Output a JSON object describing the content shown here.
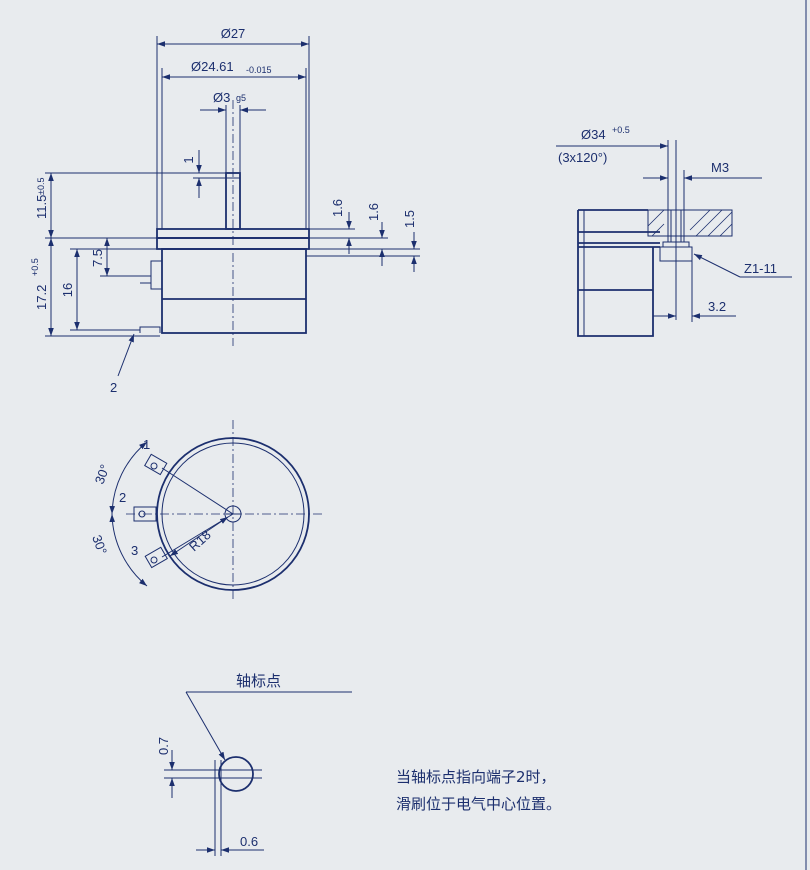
{
  "front_view": {
    "dia_outer": "Ø27",
    "dia_body": "Ø24.61",
    "dia_body_tol": "-0.015",
    "dia_shaft": "Ø3",
    "dia_shaft_fit": "g5",
    "flat_depth": "1",
    "shaft_length": "11.5",
    "shaft_length_tol": "±0.5",
    "total_height": "17.2",
    "total_height_tol": "+0.5",
    "body_height": "16",
    "terminal_height": "7.5",
    "flange_1": "1.6",
    "flange_2": "1.6",
    "flange_3": "1.5",
    "terminal_callout": "2"
  },
  "side_view": {
    "bolt_circle": "Ø34",
    "bolt_circle_tol": "+0.5",
    "bolt_pattern": "(3x120°)",
    "thread": "M3",
    "washer": "Z1-11",
    "panel_dim": "3.2"
  },
  "top_view": {
    "terminal_1": "1",
    "terminal_2": "2",
    "terminal_3": "3",
    "angle_upper": "30°",
    "angle_lower": "30°",
    "radius": "R18"
  },
  "detail_view": {
    "marker_label": "轴标点",
    "flat_height": "0.7",
    "flat_width": "0.6",
    "note_line1": "当轴标点指向端子2时，",
    "note_line2": "滑刷位于电气中心位置。"
  }
}
